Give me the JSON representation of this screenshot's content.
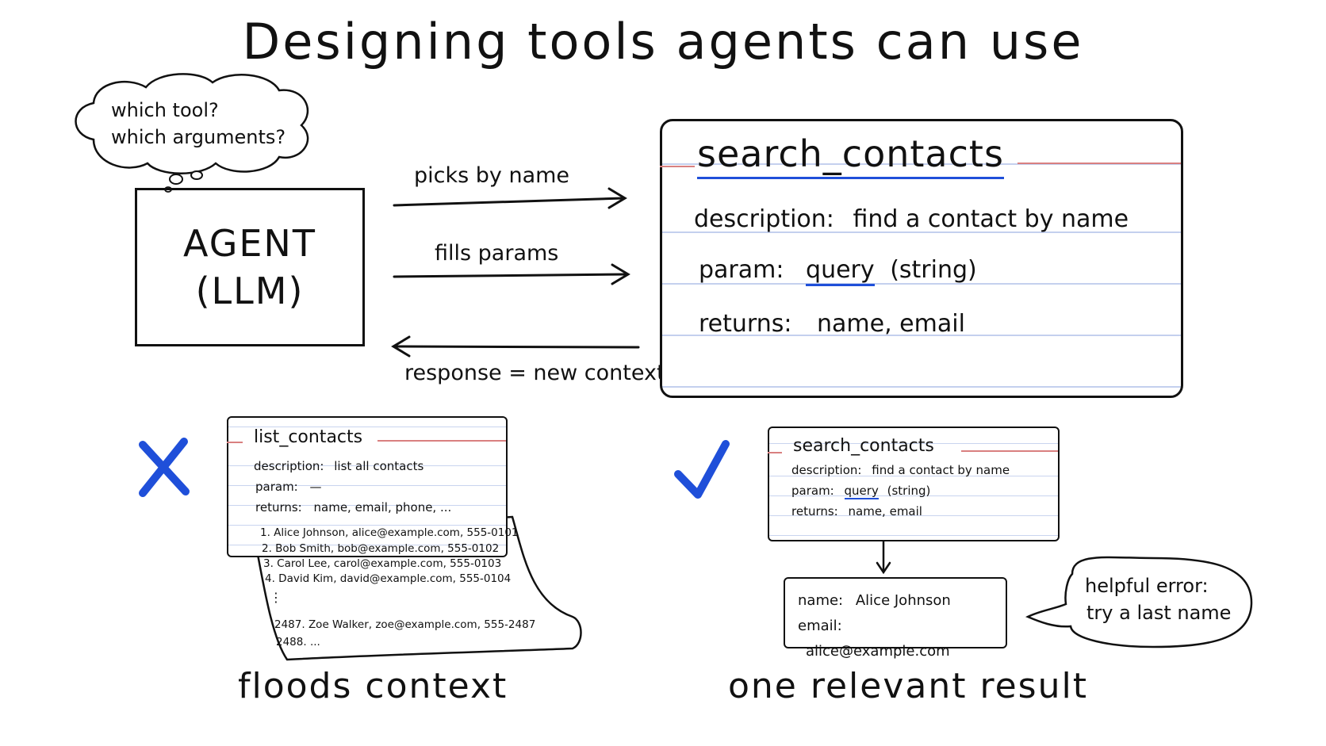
{
  "title": "Designing tools agents can use",
  "thought": {
    "line1": "which tool?",
    "line2": "which arguments?"
  },
  "agent": {
    "line1": "AGENT",
    "line2": "(LLM)"
  },
  "arrows": {
    "picks": "picks by name",
    "fills": "fills params",
    "response": "response = new context"
  },
  "main_card": {
    "name": "search_contacts",
    "description_label": "description:",
    "description": "find a contact by name",
    "param_label": "param:",
    "param_name": "query",
    "param_type": "(string)",
    "returns_label": "returns:",
    "returns": "name, email"
  },
  "bad": {
    "card_name": "list_contacts",
    "description_label": "description:",
    "description": "list all contacts",
    "param_label": "param:",
    "param": "—",
    "returns_label": "returns:",
    "returns": "name, email, phone, ...",
    "rows": [
      "1. Alice Johnson, alice@example.com, 555-0101",
      "2. Bob Smith, bob@example.com, 555-0102",
      "3. Carol Lee, carol@example.com, 555-0103",
      "4. David Kim, david@example.com, 555-0104",
      "⋮",
      "2487. Zoe Walker, zoe@example.com, 555-2487",
      "2488. ..."
    ],
    "caption": "floods context",
    "mark_color": "#1f4fd9"
  },
  "good": {
    "card_name": "search_contacts",
    "description_label": "description:",
    "description": "find a contact by name",
    "param_label": "param:",
    "param_name": "query",
    "param_type": "(string)",
    "returns_label": "returns:",
    "returns": "name, email",
    "result_name_label": "name:",
    "result_name": "Alice Johnson",
    "result_email_label": "email:",
    "result_email": "alice@example.com",
    "error_line1": "helpful error:",
    "error_line2": "try a last name",
    "caption": "one relevant result",
    "mark_color": "#1f4fd9"
  }
}
